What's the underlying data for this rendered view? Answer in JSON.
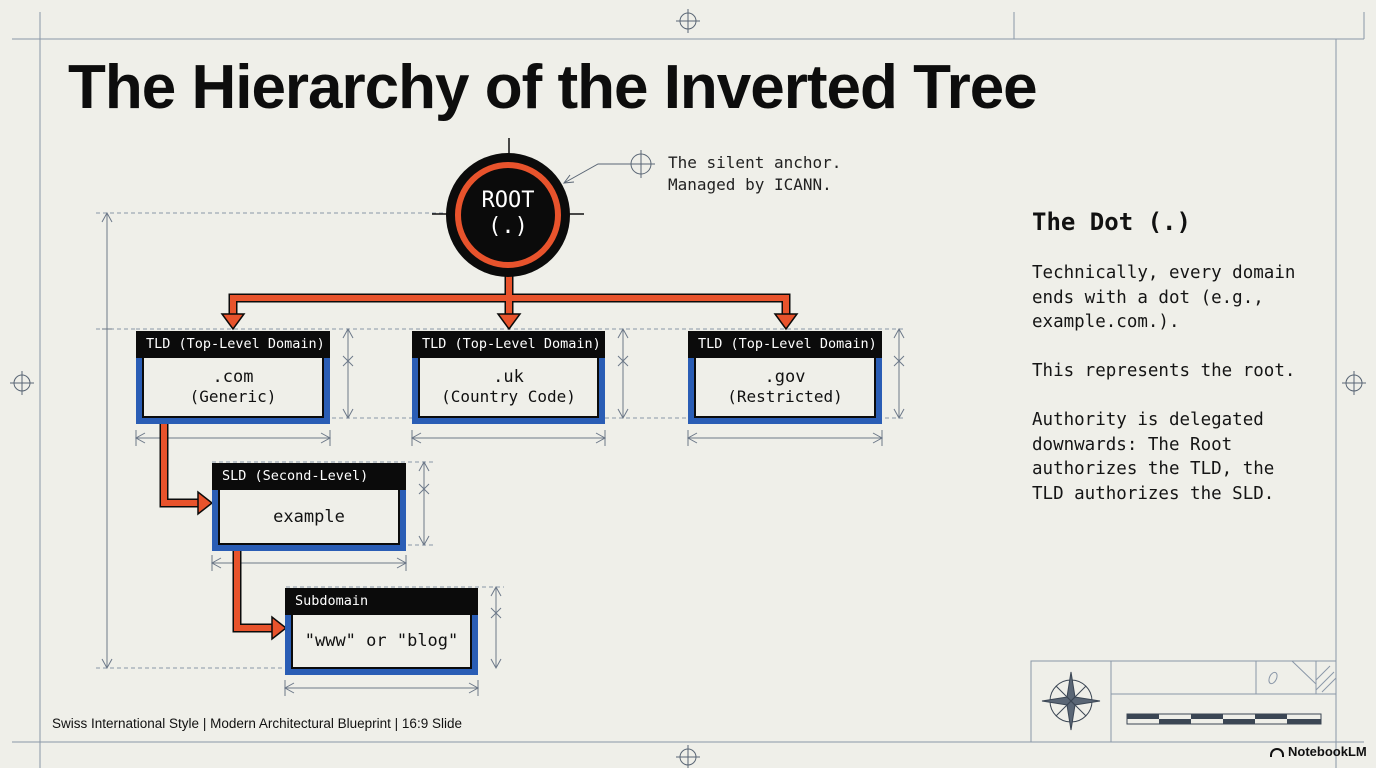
{
  "title": "The Hierarchy of the Inverted Tree",
  "root": {
    "line1": "ROOT",
    "line2": "(.)",
    "annotation": "The silent anchor.\nManaged by ICANN."
  },
  "tlds": [
    {
      "header": "TLD (Top-Level Domain)",
      "value": ".com",
      "detail": "(Generic)"
    },
    {
      "header": "TLD (Top-Level Domain)",
      "value": ".uk",
      "detail": "(Country Code)"
    },
    {
      "header": "TLD (Top-Level Domain)",
      "value": ".gov",
      "detail": "(Restricted)"
    }
  ],
  "sld": {
    "header": "SLD (Second-Level)",
    "value": "example"
  },
  "subdomain": {
    "header": "Subdomain",
    "value": "\"www\" or \"blog\""
  },
  "sidebar": {
    "title": "The Dot (.)",
    "paragraphs": [
      "Technically, every domain\nends with a dot (e.g.,\nexample.com.).",
      "This represents the root.",
      "Authority is delegated\ndownwards: The Root\nauthorizes the TLD, the\nTLD authorizes the SLD."
    ]
  },
  "footer": "Swiss International Style | Modern Architectural Blueprint | 16:9 Slide",
  "brand": "NotebookLM",
  "colors": {
    "accent_orange": "#e8532c",
    "node_blue": "#2a5db5",
    "background": "#efefe9",
    "ink": "#0b0b0b",
    "blueprint_line": "#8a97a8"
  }
}
